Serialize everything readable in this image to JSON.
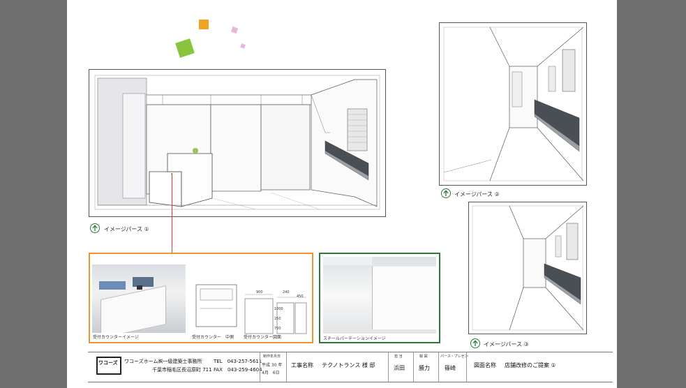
{
  "firm": {
    "name": "ワコーズホーム㈱一級建築士事務所",
    "address": "千葉市稲毛区長沼原町 711",
    "tel": "TEL　043-257-5611",
    "fax": "FAX　043-259-4604",
    "logo_text": "ワコーズ"
  },
  "date_block": {
    "header": "制作年月日",
    "line1": "平成 30 年",
    "line2": "4月　6日"
  },
  "project": {
    "label": "工事名称",
    "value": "テクノトランス 様 邸"
  },
  "staff": [
    {
      "role": "担 当",
      "name": "浜田"
    },
    {
      "role": "製 図",
      "name": "勝力"
    },
    {
      "role": "パース・プレゼン",
      "name": "篠崎"
    }
  ],
  "drawing": {
    "label": "図面名称",
    "value": "店舗改修のご提案 ①"
  },
  "perspectives": {
    "p1": "イメージパース ①",
    "p2": "イメージパース ②",
    "p3": "イメージパース ③"
  },
  "captions": {
    "counter_image": "受付カウンターイメージ",
    "counter_middle": "受付カウンター　中側",
    "counter_drawing": "受付カウンター図面",
    "partition_image": "スチールパーテーションイメージ"
  },
  "dims": {
    "d1": "900",
    "d2": "240",
    "d3": "450",
    "d4": "1000",
    "d5": "250",
    "d6": "700"
  },
  "colors": {
    "accent_green": "#2b7a3b",
    "orange_frame": "#e8962e",
    "red_leader": "#d23a2a",
    "deco_orange": "#f0a323",
    "deco_green": "#8ac43f",
    "deco_pink": "#e7b6d8"
  }
}
